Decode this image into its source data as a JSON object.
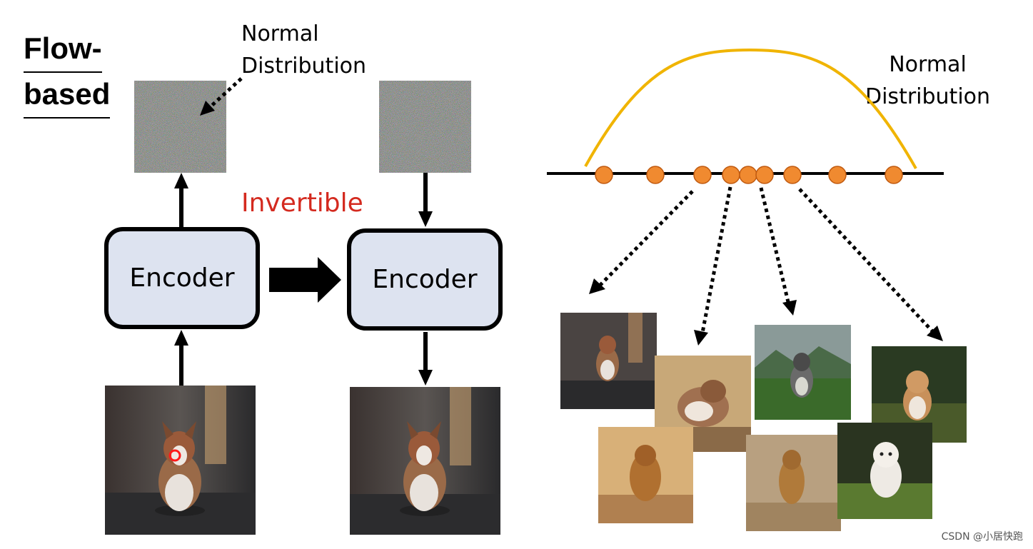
{
  "title": {
    "line1": "Flow-",
    "line2": "based"
  },
  "left_distribution_label": {
    "line1": "Normal",
    "line2": "Distribution"
  },
  "right_distribution_label": {
    "line1": "Normal",
    "line2": "Distribution"
  },
  "invertible_label": "Invertible",
  "encoder_left": "Encoder",
  "encoder_right": "Encoder",
  "watermark": "CSDN @小居快跑",
  "colors": {
    "accent_red": "#d42a1f",
    "encoder_fill": "#dde3f0",
    "curve": "#f0b400",
    "dot": "#f08a30"
  }
}
